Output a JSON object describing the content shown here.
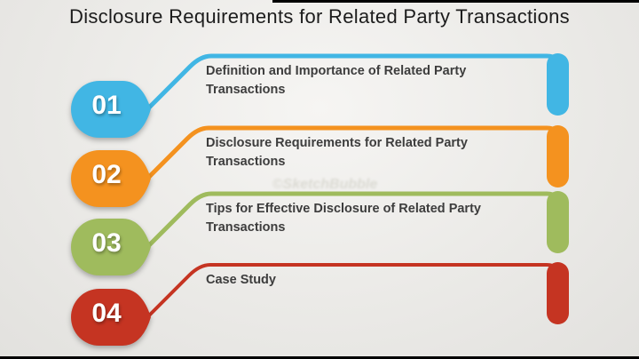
{
  "title": "Disclosure Requirements for Related Party Transactions",
  "watermark": "©SketchBubble",
  "items": [
    {
      "number": "01",
      "label": "Definition and Importance of Related Party Transactions",
      "color": "#41b6e4"
    },
    {
      "number": "02",
      "label": "Disclosure Requirements for Related Party Transactions",
      "color": "#f4921f"
    },
    {
      "number": "03",
      "label": "Tips for Effective Disclosure of Related Party Transactions",
      "color": "#9fbb5d"
    },
    {
      "number": "04",
      "label": "Case Study",
      "color": "#c53422"
    }
  ],
  "colors": {
    "background": "#ebeae7",
    "title_text": "#1c1c1c",
    "item_text": "#3d3d3d",
    "number_text": "#ffffff",
    "letterbox": "#000000"
  }
}
